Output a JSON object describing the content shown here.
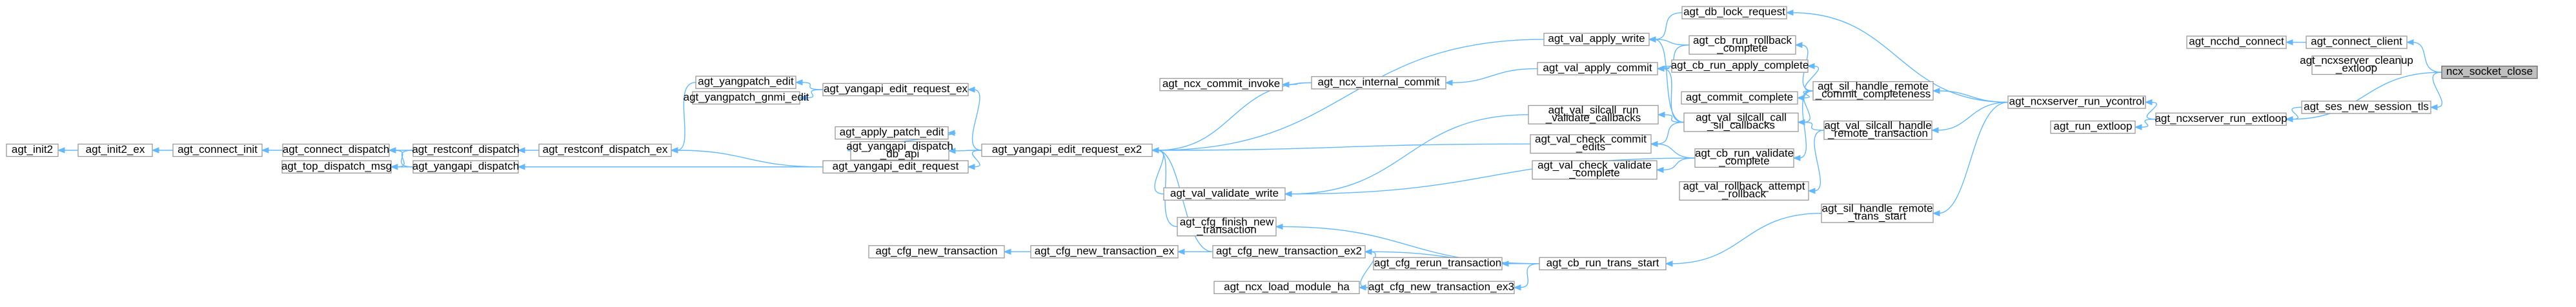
{
  "diagram": {
    "root": "sock_close",
    "nodes": [
      {
        "id": "init2",
        "lines": [
          "agt_init2"
        ]
      },
      {
        "id": "init2ex",
        "lines": [
          "agt_init2_ex"
        ]
      },
      {
        "id": "connect_init",
        "lines": [
          "agt_connect_init"
        ]
      },
      {
        "id": "connect_dispatch",
        "lines": [
          "agt_connect_dispatch"
        ]
      },
      {
        "id": "top_dispatch",
        "lines": [
          "agt_top_dispatch_msg"
        ]
      },
      {
        "id": "restconf_dispatch",
        "lines": [
          "agt_restconf_dispatch"
        ]
      },
      {
        "id": "yangapi_dispatch",
        "lines": [
          "agt_yangapi_dispatch"
        ]
      },
      {
        "id": "restconf_dispatch_ex",
        "lines": [
          "agt_restconf_dispatch_ex"
        ]
      },
      {
        "id": "yangpatch_edit",
        "lines": [
          "agt_yangpatch_edit"
        ]
      },
      {
        "id": "yangpatch_gnmi",
        "lines": [
          "agt_yangpatch_gnmi_edit"
        ]
      },
      {
        "id": "edit_req_ex",
        "lines": [
          "agt_yangapi_edit_request_ex"
        ]
      },
      {
        "id": "edit_req",
        "lines": [
          "agt_yangapi_edit_request"
        ]
      },
      {
        "id": "apply_patch",
        "lines": [
          "agt_apply_patch_edit"
        ]
      },
      {
        "id": "dispatch_db_api",
        "lines": [
          "agt_yangapi_dispatch",
          "_db_api"
        ]
      },
      {
        "id": "edit_req_ex2",
        "lines": [
          "agt_yangapi_edit_request_ex2"
        ]
      },
      {
        "id": "commit_invoke",
        "lines": [
          "agt_ncx_commit_invoke"
        ]
      },
      {
        "id": "internal_commit",
        "lines": [
          "agt_ncx_internal_commit"
        ]
      },
      {
        "id": "validate_write",
        "lines": [
          "agt_val_validate_write"
        ]
      },
      {
        "id": "finish_new_txn",
        "lines": [
          "agt_cfg_finish_new",
          "_transaction"
        ]
      },
      {
        "id": "cfg_new_txn",
        "lines": [
          "agt_cfg_new_transaction"
        ]
      },
      {
        "id": "cfg_new_txn_ex",
        "lines": [
          "agt_cfg_new_transaction_ex"
        ]
      },
      {
        "id": "cfg_new_txn_ex2",
        "lines": [
          "agt_cfg_new_transaction_ex2"
        ]
      },
      {
        "id": "load_module_ha",
        "lines": [
          "agt_ncx_load_module_ha"
        ]
      },
      {
        "id": "cfg_new_txn_ex3",
        "lines": [
          "agt_cfg_new_transaction_ex3"
        ]
      },
      {
        "id": "apply_write",
        "lines": [
          "agt_val_apply_write"
        ]
      },
      {
        "id": "apply_commit",
        "lines": [
          "agt_val_apply_commit"
        ]
      },
      {
        "id": "silcall_validate_cb",
        "lines": [
          "agt_val_silcall_run",
          "_validate_callbacks"
        ]
      },
      {
        "id": "check_commit_edits",
        "lines": [
          "agt_val_check_commit",
          "_edits"
        ]
      },
      {
        "id": "check_validate_complete",
        "lines": [
          "agt_val_check_validate",
          "_complete"
        ]
      },
      {
        "id": "cfg_rerun_txn",
        "lines": [
          "agt_cfg_rerun_transaction"
        ]
      },
      {
        "id": "run_trans_start",
        "lines": [
          "agt_cb_run_trans_start"
        ]
      },
      {
        "id": "db_lock",
        "lines": [
          "agt_db_lock_request"
        ]
      },
      {
        "id": "run_rollback",
        "lines": [
          "agt_cb_run_rollback",
          "_complete"
        ]
      },
      {
        "id": "run_apply_complete",
        "lines": [
          "agt_cb_run_apply_complete"
        ]
      },
      {
        "id": "commit_complete",
        "lines": [
          "agt_commit_complete"
        ]
      },
      {
        "id": "silcall_call_sil",
        "lines": [
          "agt_val_silcall_call",
          "_sil_callbacks"
        ]
      },
      {
        "id": "run_validate_complete",
        "lines": [
          "agt_cb_run_validate",
          "_complete"
        ]
      },
      {
        "id": "rollback_attempt",
        "lines": [
          "agt_val_rollback_attempt",
          "_rollback"
        ]
      },
      {
        "id": "sil_commit_completeness",
        "lines": [
          "agt_sil_handle_remote",
          "_commit_completeness"
        ]
      },
      {
        "id": "sil_remote_txn",
        "lines": [
          "agt_val_silcall_handle",
          "_remote_transaction"
        ]
      },
      {
        "id": "sil_trans_start",
        "lines": [
          "agt_sil_handle_remote",
          "_trans_start"
        ]
      },
      {
        "id": "run_ycontrol",
        "lines": [
          "agt_ncxserver_run_ycontrol"
        ]
      },
      {
        "id": "run_extloop",
        "lines": [
          "agt_run_extloop"
        ]
      },
      {
        "id": "ncxserver_run_extloop",
        "lines": [
          "agt_ncxserver_run_extloop"
        ]
      },
      {
        "id": "ncchd_connect",
        "lines": [
          "agt_ncchd_connect"
        ]
      },
      {
        "id": "connect_client",
        "lines": [
          "agt_connect_client"
        ]
      },
      {
        "id": "cleanup_extloop",
        "lines": [
          "agt_ncxserver_cleanup",
          "_extloop"
        ]
      },
      {
        "id": "new_session_tls",
        "lines": [
          "agt_ses_new_session_tls"
        ]
      },
      {
        "id": "sock_close",
        "lines": [
          "ncx_socket_close"
        ]
      }
    ],
    "edges": [
      [
        "connect_client",
        "sock_close"
      ],
      [
        "ncxserver_run_extloop",
        "sock_close"
      ],
      [
        "new_session_tls",
        "sock_close"
      ],
      [
        "ncchd_connect",
        "connect_client"
      ],
      [
        "run_ycontrol",
        "ncxserver_run_extloop"
      ],
      [
        "run_extloop",
        "ncxserver_run_extloop"
      ],
      [
        "ncxserver_run_extloop",
        "new_session_tls"
      ],
      [
        "db_lock",
        "run_ycontrol"
      ],
      [
        "sil_commit_completeness",
        "run_ycontrol"
      ],
      [
        "sil_remote_txn",
        "run_ycontrol"
      ],
      [
        "sil_trans_start",
        "run_ycontrol"
      ],
      [
        "run_rollback",
        "sil_commit_completeness"
      ],
      [
        "run_apply_complete",
        "sil_commit_completeness"
      ],
      [
        "commit_complete",
        "sil_commit_completeness"
      ],
      [
        "silcall_call_sil",
        "sil_commit_completeness"
      ],
      [
        "run_validate_complete",
        "sil_commit_completeness"
      ],
      [
        "silcall_call_sil",
        "sil_remote_txn"
      ],
      [
        "rollback_attempt",
        "sil_remote_txn"
      ],
      [
        "run_trans_start",
        "sil_trans_start"
      ],
      [
        "apply_write",
        "db_lock"
      ],
      [
        "apply_write",
        "run_rollback"
      ],
      [
        "apply_write",
        "silcall_call_sil"
      ],
      [
        "apply_commit",
        "run_rollback"
      ],
      [
        "apply_commit",
        "run_apply_complete"
      ],
      [
        "apply_commit",
        "silcall_call_sil"
      ],
      [
        "silcall_validate_cb",
        "silcall_call_sil"
      ],
      [
        "check_commit_edits",
        "silcall_call_sil"
      ],
      [
        "check_commit_edits",
        "run_validate_complete"
      ],
      [
        "check_validate_complete",
        "run_validate_complete"
      ],
      [
        "validate_write",
        "run_validate_complete"
      ],
      [
        "cfg_rerun_txn",
        "run_trans_start"
      ],
      [
        "finish_new_txn",
        "run_trans_start"
      ],
      [
        "cfg_new_txn_ex2",
        "run_trans_start"
      ],
      [
        "cfg_new_txn_ex3",
        "run_trans_start"
      ],
      [
        "internal_commit",
        "apply_commit"
      ],
      [
        "edit_req_ex2",
        "apply_write"
      ],
      [
        "edit_req_ex2",
        "validate_write"
      ],
      [
        "edit_req_ex2",
        "check_commit_edits"
      ],
      [
        "edit_req_ex2",
        "internal_commit"
      ],
      [
        "edit_req_ex2",
        "finish_new_txn"
      ],
      [
        "edit_req_ex2",
        "cfg_new_txn_ex2"
      ],
      [
        "commit_invoke",
        "internal_commit"
      ],
      [
        "validate_write",
        "silcall_validate_cb"
      ],
      [
        "cfg_new_txn_ex",
        "cfg_new_txn_ex2"
      ],
      [
        "cfg_new_txn",
        "cfg_new_txn_ex"
      ],
      [
        "load_module_ha",
        "cfg_new_txn_ex3"
      ],
      [
        "cfg_new_txn_ex2",
        "cfg_new_txn_ex3"
      ],
      [
        "edit_req_ex",
        "edit_req_ex2"
      ],
      [
        "edit_req",
        "edit_req_ex2"
      ],
      [
        "dispatch_db_api",
        "edit_req_ex2"
      ],
      [
        "apply_patch",
        "dispatch_db_api"
      ],
      [
        "yangpatch_edit",
        "edit_req_ex"
      ],
      [
        "yangpatch_gnmi",
        "edit_req_ex"
      ],
      [
        "restconf_dispatch_ex",
        "edit_req"
      ],
      [
        "yangapi_dispatch",
        "edit_req"
      ],
      [
        "restconf_dispatch_ex",
        "yangpatch_edit"
      ],
      [
        "restconf_dispatch",
        "restconf_dispatch_ex"
      ],
      [
        "connect_dispatch",
        "restconf_dispatch"
      ],
      [
        "connect_dispatch",
        "yangapi_dispatch"
      ],
      [
        "top_dispatch",
        "restconf_dispatch"
      ],
      [
        "top_dispatch",
        "yangapi_dispatch"
      ],
      [
        "connect_init",
        "connect_dispatch"
      ],
      [
        "init2ex",
        "connect_init"
      ],
      [
        "init2",
        "init2ex"
      ]
    ]
  }
}
